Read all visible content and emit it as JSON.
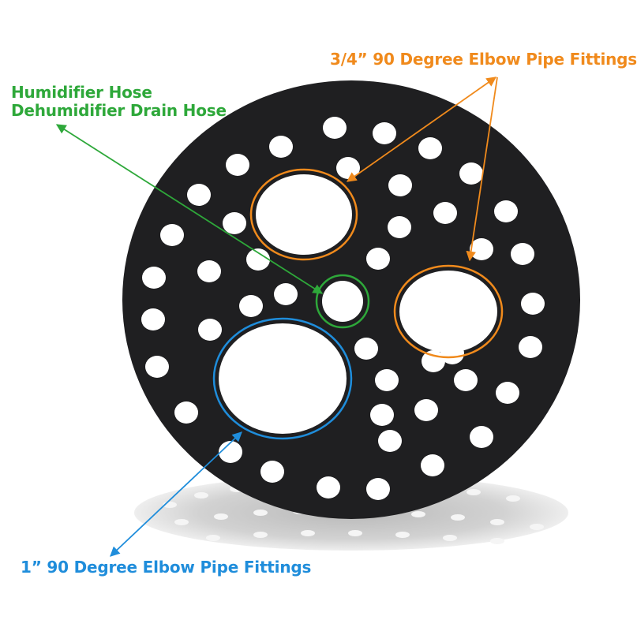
{
  "product": {
    "plate_color": "#1f1f21",
    "hole_color": "#ffffff",
    "shadow_color": "#c4c4c4"
  },
  "annotations": {
    "three_quarter": {
      "text": "3/4”  90 Degree Elbow Pipe Fittings",
      "color": "#f08a1c"
    },
    "humidifier": {
      "line1": "Humidifier Hose",
      "line2": "Dehumidifier Drain Hose",
      "color": "#2ea83a"
    },
    "one_inch": {
      "text": "1”  90 Degree Elbow Pipe Fittings",
      "color": "#1f8ddb"
    }
  }
}
